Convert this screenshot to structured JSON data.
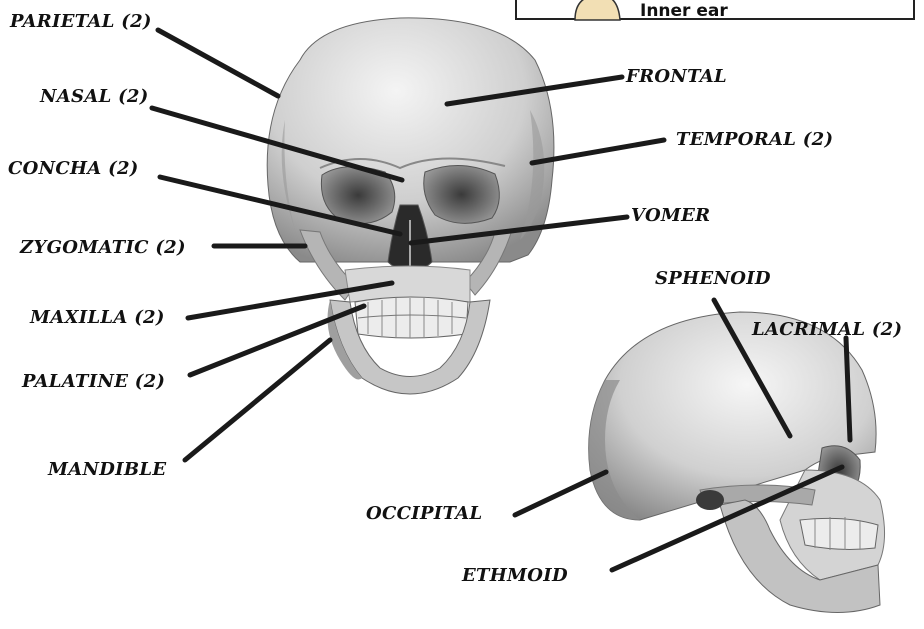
{
  "inset": {
    "caption": "Inner ear"
  },
  "front_view": {
    "labels": {
      "parietal": "PARIETAL (2)",
      "nasal": "NASAL (2)",
      "concha": "CONCHA (2)",
      "zygomatic": "ZYGOMATIC (2)",
      "maxilla": "MAXILLA (2)",
      "palatine": "PALATINE (2)",
      "mandible": "MANDIBLE",
      "frontal": "FRONTAL",
      "temporal": "TEMPORAL (2)",
      "vomer": "VOMER"
    }
  },
  "side_view": {
    "labels": {
      "sphenoid": "SPHENOID",
      "lacrimal": "LACRIMAL (2)",
      "occipital": "OCCIPITAL",
      "ethmoid": "ETHMOID"
    }
  }
}
